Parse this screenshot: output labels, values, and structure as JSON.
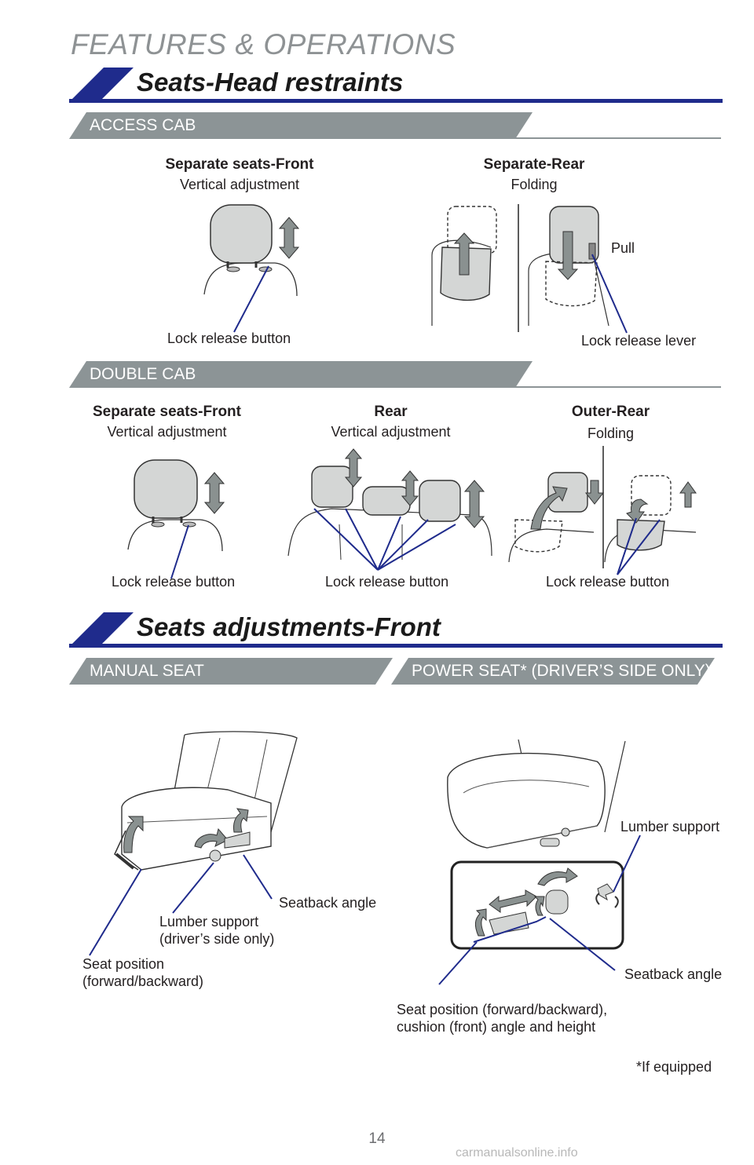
{
  "page": {
    "category": "FEATURES & OPERATIONS",
    "number": "14",
    "watermark": "carmanualsonline.info",
    "footnote": "*If equipped"
  },
  "colors": {
    "navy": "#1f2b8c",
    "gray_bar": "#8c9496",
    "callout_line": "#1f2b8c",
    "arrow_gray": "#8a9190",
    "seat_fill": "#d4d6d5"
  },
  "head_restraints": {
    "title": "Seats-Head restraints",
    "access_cab": {
      "bar": "ACCESS CAB",
      "front": {
        "title": "Separate seats-Front",
        "subtitle": "Vertical adjustment",
        "callout": "Lock release button"
      },
      "rear": {
        "title": "Separate-Rear",
        "subtitle": "Folding",
        "pull": "Pull",
        "callout": "Lock release lever"
      }
    },
    "double_cab": {
      "bar": "DOUBLE CAB",
      "front": {
        "title": "Separate seats-Front",
        "subtitle": "Vertical adjustment",
        "callout": "Lock release button"
      },
      "rear": {
        "title": "Rear",
        "subtitle": "Vertical adjustment",
        "callout": "Lock release button"
      },
      "outer_rear": {
        "title": "Outer-Rear",
        "subtitle": "Folding",
        "callout": "Lock release button"
      }
    }
  },
  "seat_adjust": {
    "title": "Seats adjustments-Front",
    "manual": {
      "bar": "MANUAL SEAT",
      "seatback": "Seatback angle",
      "lumbar_1": "Lumber support",
      "lumbar_2": "(driver’s side only)",
      "position_1": "Seat position",
      "position_2": "(forward/backward)"
    },
    "power": {
      "bar": "POWER SEAT* (DRIVER’S SIDE ONLY)",
      "lumbar": "Lumber support",
      "seatback": "Seatback angle",
      "position_1": "Seat position (forward/backward),",
      "position_2": "cushion (front) angle and height"
    }
  }
}
